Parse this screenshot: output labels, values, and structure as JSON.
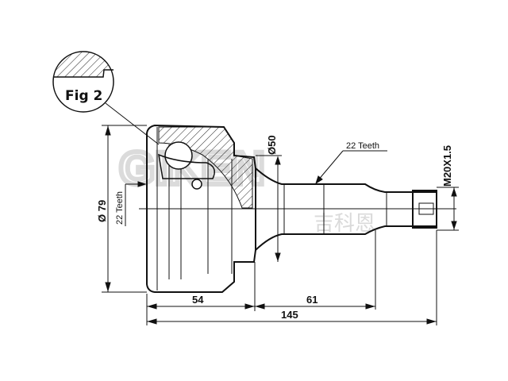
{
  "diagram": {
    "subject": "CV joint (outer constant velocity joint) technical drawing",
    "detail_callout": {
      "label": "Fig 2"
    },
    "dimensions": {
      "outer_diameter": "Ø 79",
      "inner_spline": "22 Teeth",
      "shaft_diameter": "Ø50",
      "shaft_spline": "22 Teeth",
      "thread": "M20X1.5",
      "length_body": "54",
      "length_shaft": "61",
      "length_total": "145"
    },
    "watermark": {
      "text": "GIKEN",
      "subtext": "吉科恩"
    },
    "colors": {
      "line": "#111111",
      "background": "#ffffff",
      "watermark": "#cfcfcf"
    }
  }
}
